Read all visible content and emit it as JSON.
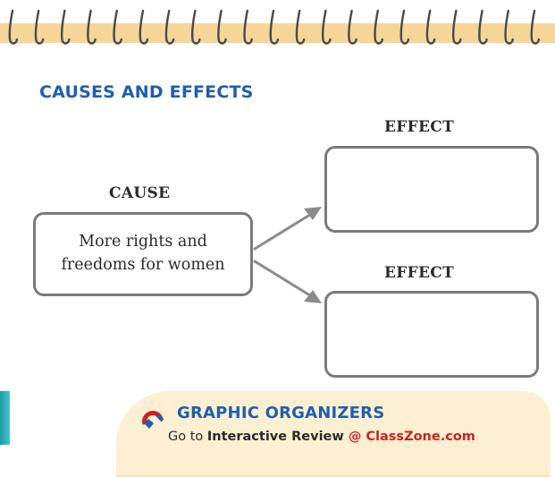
{
  "heading": "CAUSES AND EFFECTS",
  "cause": {
    "label": "CAUSE",
    "text": "More rights and\nfreedoms for women"
  },
  "effects": [
    {
      "label": "EFFECT",
      "text": ""
    },
    {
      "label": "EFFECT",
      "text": ""
    }
  ],
  "callout": {
    "title": "GRAPHIC ORGANIZERS",
    "prefix": "Go to ",
    "strong": "Interactive Review",
    "at": " @ ",
    "link": "ClassZone.com",
    "icon": "magnet-icon"
  },
  "colors": {
    "heading": "#1f5fae",
    "box_border": "#7a7a7a",
    "arrow": "#8a8a8a",
    "callout_bg": "#fdf0d2",
    "link": "#cc2222",
    "binding_strip": "#f4cf86"
  }
}
